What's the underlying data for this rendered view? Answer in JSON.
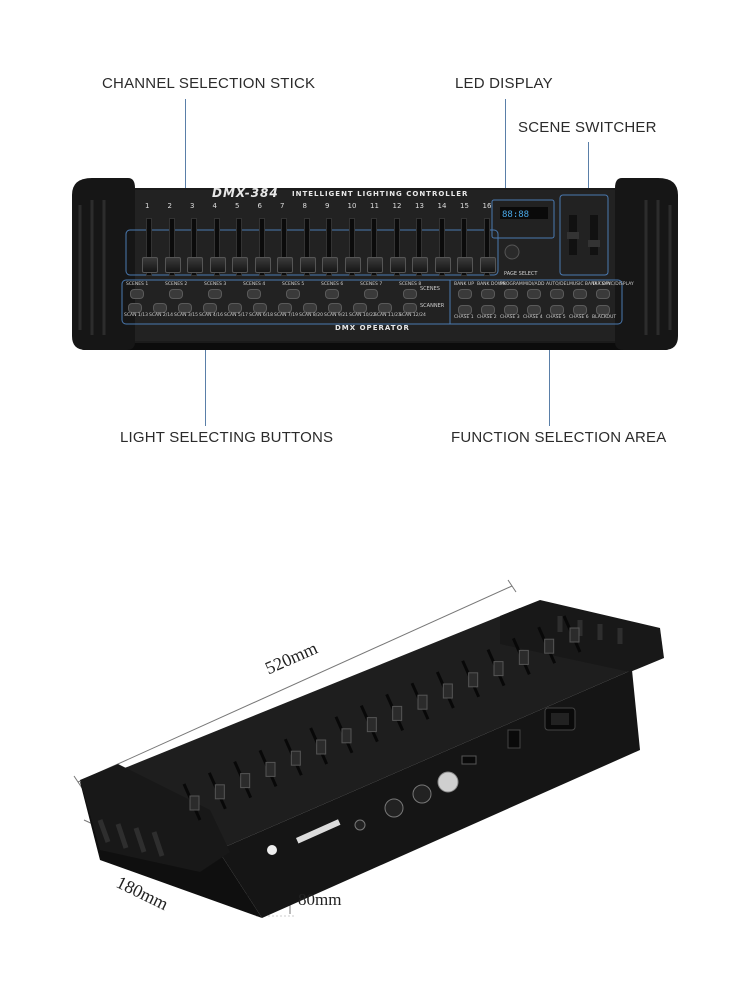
{
  "callouts": {
    "channel_selection_stick": "CHANNEL SELECTION STICK",
    "led_display": "LED DISPLAY",
    "scene_switcher": "SCENE SWITCHER",
    "light_selecting_buttons": "LIGHT SELECTING BUTTONS",
    "function_selection_area": "FUNCTION SELECTION AREA"
  },
  "panel": {
    "model": "DMX-384",
    "subtitle": "INTELLIGENT LIGHTING CONTROLLER",
    "operator": "DMX OPERATOR",
    "scenes_tag": "SCENES",
    "scanner_tag": "SCANNER",
    "page_select": "PAGE SELECT",
    "channels": [
      "1",
      "2",
      "3",
      "4",
      "5",
      "6",
      "7",
      "8",
      "9",
      "10",
      "11",
      "12",
      "13",
      "14",
      "15",
      "16"
    ],
    "scene_labels": [
      "SCENES 1",
      "SCENES 2",
      "SCENES 3",
      "SCENES 4",
      "SCENES 5",
      "SCENES 6",
      "SCENES 7",
      "SCENES 8"
    ],
    "scan_labels": [
      "SCAN 1/13",
      "SCAN 2/14",
      "SCAN 3/15",
      "SCAN 4/16",
      "SCAN 5/17",
      "SCAN 6/18",
      "SCAN 7/19",
      "SCAN 8/20",
      "SCAN 9/21",
      "SCAN 10/22",
      "SCAN 11/23",
      "SCAN 12/24"
    ],
    "function_top": [
      "BANK UP",
      "BANK DOWN",
      "PROGRAM",
      "MIDI/ADD",
      "AUTO/DEL",
      "MUSIC BANK COPY",
      "TAP SYNC/DISPLAY"
    ],
    "chase_labels": [
      "CHASE 1",
      "CHASE 2",
      "CHASE 3",
      "CHASE 4",
      "CHASE 5",
      "CHASE 6",
      "BLACKOUT"
    ]
  },
  "dimensions": {
    "length": "520mm",
    "depth": "180mm",
    "height": "80mm"
  },
  "colors": {
    "leader_line": "#5a7fa8",
    "body": "#1a1a1a",
    "led": "#4aa8e8"
  }
}
